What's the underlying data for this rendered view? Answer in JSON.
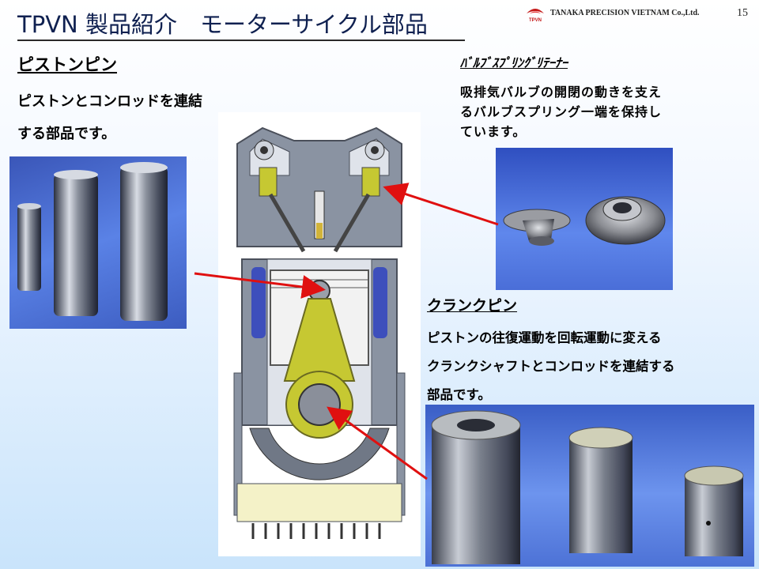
{
  "header": {
    "title": "TPVN 製品紹介　モーターサイクル部品",
    "company": "TANAKA PRECISION VIETNAM  Co.,Ltd.",
    "logo_text": "TPVN",
    "page_number": "15"
  },
  "piston_pin": {
    "heading": "ピストンピン",
    "lines": [
      "ピストンとコンロッドを連結",
      "する部品です。"
    ]
  },
  "valve_spring_retainer": {
    "heading": "ﾊﾞﾙﾌﾞｽﾌﾟﾘﾝｸﾞﾘﾃｰﾅｰ",
    "lines": [
      "吸排気バルブの開閉の動きを支え",
      "るバルブスプリング一端を保持し",
      "ています。"
    ]
  },
  "crank_pin": {
    "heading": "クランクピン",
    "lines": [
      "ピストンの往復運動を回転運動に変える",
      "クランクシャフトとコンロッドを連結する",
      "部品です。"
    ]
  },
  "colors": {
    "title": "#0f2050",
    "arrow": "#e01010",
    "logo_red": "#c41818",
    "photo_bg": "#4a6ed8"
  }
}
